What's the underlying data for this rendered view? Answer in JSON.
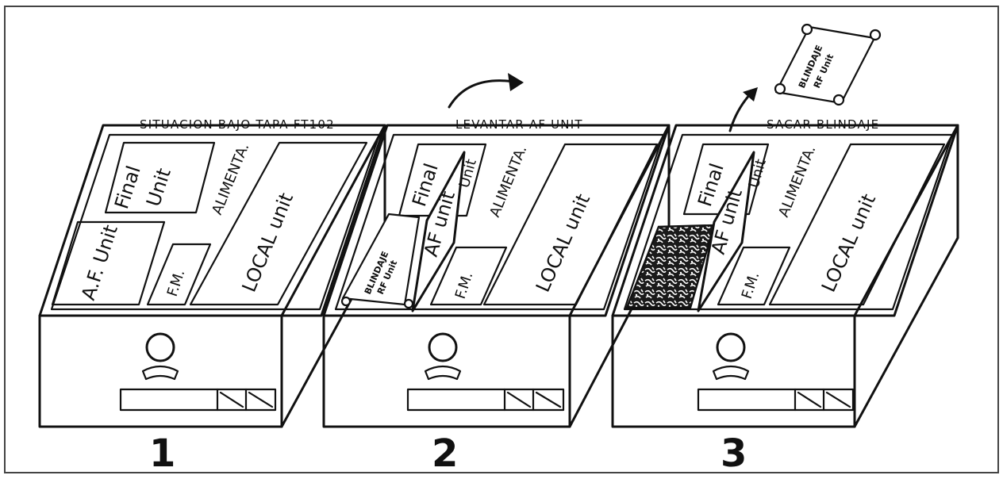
{
  "captions": {
    "panel1": "SITUACION BAJO TAPA FT102",
    "panel2": "LEVANTAR AF UNIT",
    "panel3": "SACAR BLINDAJE"
  },
  "panel_numbers": {
    "panel1": "1",
    "panel2": "2",
    "panel3": "3"
  },
  "units": {
    "final_line1": "Final",
    "final_line2": "Unit",
    "final": "Final",
    "alimenta": "ALIMENTA.",
    "local": "LOCAL unit",
    "af_panel1": "A.F. Unit",
    "af_board": "AF unit",
    "af_board_suffix": "Unit",
    "fm": "F.M."
  },
  "shield": {
    "line1": "BLINDAJE",
    "line2": "RF Unit"
  },
  "icons": {
    "arrow_panel2": "curved-arrow-right",
    "arrow_panel3": "curved-arrow-up-right",
    "knob": "round-knob",
    "scale": "dial-scale"
  }
}
